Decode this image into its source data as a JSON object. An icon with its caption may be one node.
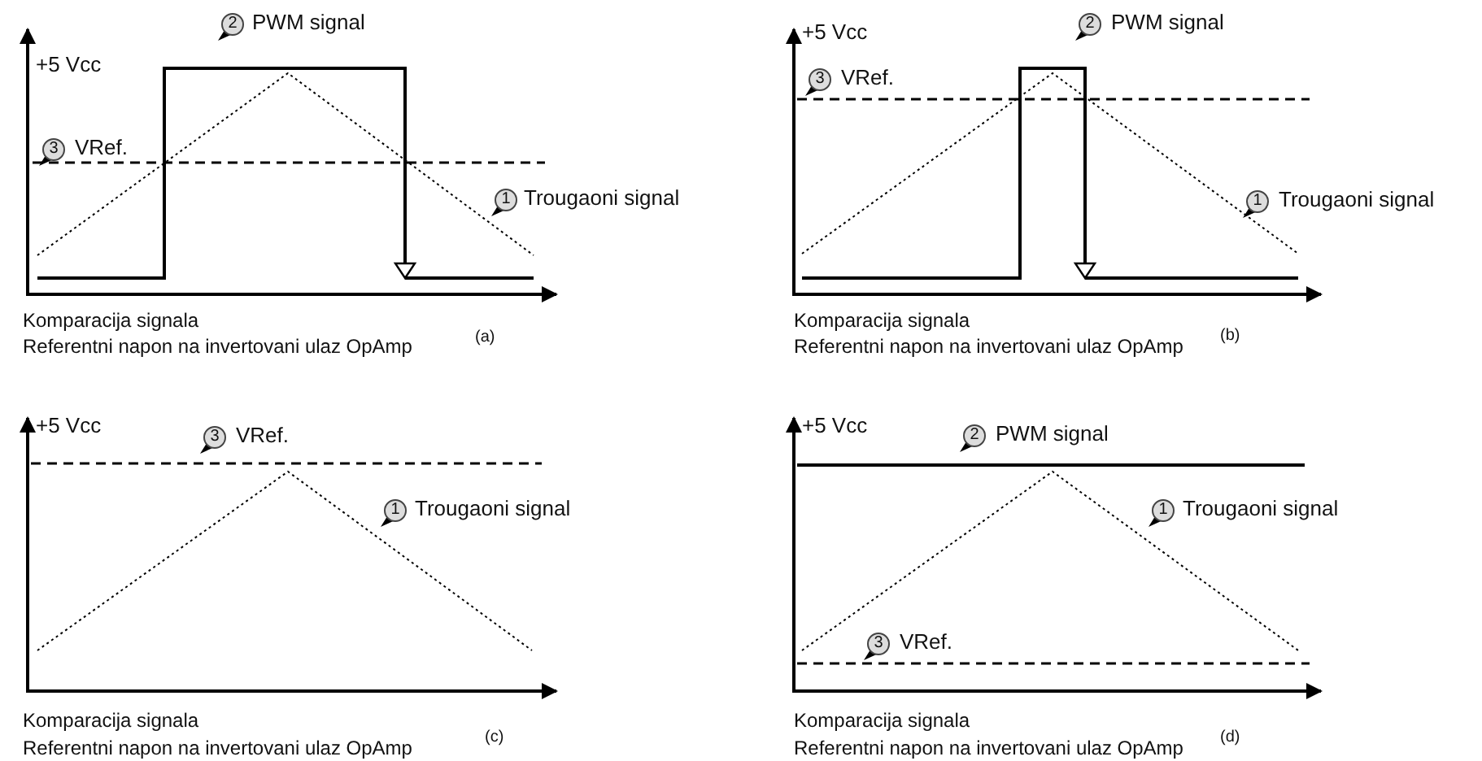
{
  "diagram": {
    "nodes": [
      {
        "text": [
          "2"
        ],
        "beside": [
          "PWM signal"
        ]
      },
      {
        "text": [
          "3"
        ],
        "beside": [
          "VRef."
        ]
      },
      {
        "text": [
          "1"
        ],
        "beside": [
          "Trougaoni signal"
        ]
      },
      {
        "text": [
          "2"
        ],
        "beside": [
          "PWM signal"
        ]
      },
      {
        "text": [
          "3"
        ],
        "beside": [
          "VRef."
        ]
      },
      {
        "text": [
          "1"
        ],
        "beside": [
          "Trougaoni signal"
        ]
      },
      {
        "text": [
          "3"
        ],
        "beside": [
          "VRef."
        ]
      },
      {
        "text": [
          "1"
        ],
        "beside": [
          "Trougaoni signal"
        ]
      },
      {
        "text": [
          "2"
        ],
        "beside": [
          "PWM signal"
        ]
      },
      {
        "text": [
          "1"
        ],
        "beside": [
          "Trougaoni signal"
        ]
      },
      {
        "text": [
          "3"
        ],
        "beside": [
          "VRef."
        ]
      }
    ],
    "labels": [
      "+5 Vcc",
      "Komparacija signala",
      "Referentni napon na invertovani ulaz OpAmp",
      "(a)",
      "+5 Vcc",
      "Komparacija signala",
      "Referentni napon na invertovani ulaz OpAmp",
      "(b)",
      "+5 Vcc",
      "Komparacija signala",
      "Referentni napon na invertovani ulaz OpAmp",
      "(c)",
      "+5 Vcc",
      "Komparacija signala",
      "Referentni napon na invertovani ulaz OpAmp",
      "(d)"
    ]
  }
}
